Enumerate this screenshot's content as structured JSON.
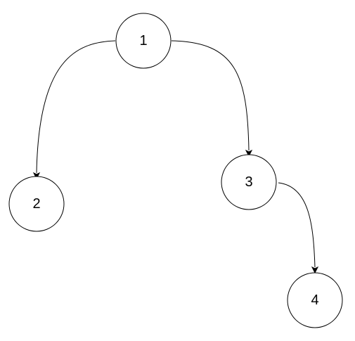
{
  "diagram": {
    "line_color": "#000000",
    "node_fill": "#ffffff",
    "nodes": [
      {
        "id": "n1",
        "label": "1"
      },
      {
        "id": "n2",
        "label": "2"
      },
      {
        "id": "n3",
        "label": "3"
      },
      {
        "id": "n4",
        "label": "4"
      }
    ],
    "edges": [
      {
        "from": "n1",
        "to": "n2"
      },
      {
        "from": "n1",
        "to": "n3"
      },
      {
        "from": "n3",
        "to": "n4"
      }
    ]
  }
}
